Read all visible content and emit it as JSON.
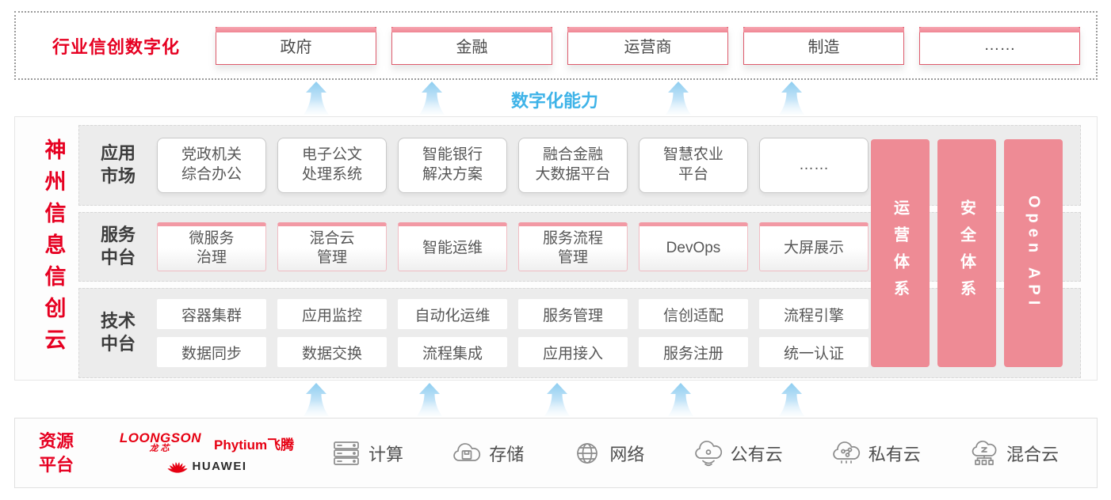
{
  "colors": {
    "brand_red": "#e60021",
    "pillar_pink": "#ee8b95",
    "capability_blue": "#3eb3e8"
  },
  "top": {
    "label": "行业信创数字化",
    "industries": [
      "政府",
      "金融",
      "运营商",
      "制造",
      "……"
    ]
  },
  "capability_label": "数字化能力",
  "main": {
    "side_label": "神州信息信创云",
    "rows": [
      {
        "label": "应用\n市场",
        "items": [
          "党政机关\n综合办公",
          "电子公文\n处理系统",
          "智能银行\n解决方案",
          "融合金融\n大数据平台",
          "智慧农业\n平台",
          "……"
        ]
      },
      {
        "label": "服务\n中台",
        "items": [
          "微服务\n治理",
          "混合云\n管理",
          "智能运维",
          "服务流程\n管理",
          "DevOps",
          "大屏展示"
        ]
      },
      {
        "label": "技术\n中台",
        "items_top": [
          "容器集群",
          "应用监控",
          "自动化运维",
          "服务管理",
          "信创适配",
          "流程引擎"
        ],
        "items_bottom": [
          "数据同步",
          "数据交换",
          "流程集成",
          "应用接入",
          "服务注册",
          "统一认证"
        ]
      }
    ],
    "pillars": [
      "运营体系",
      "安全体系",
      "Open API"
    ]
  },
  "bottom": {
    "label": "资源\n平台",
    "logos": {
      "loongson": "LOONGSON",
      "loongson_sub": "龙芯",
      "phytium": "Phytium飞腾",
      "huawei": "HUAWEI"
    },
    "resources": [
      {
        "icon": "compute-icon",
        "label": "计算"
      },
      {
        "icon": "storage-icon",
        "label": "存储"
      },
      {
        "icon": "network-icon",
        "label": "网络"
      },
      {
        "icon": "public-cloud-icon",
        "label": "公有云"
      },
      {
        "icon": "private-cloud-icon",
        "label": "私有云"
      },
      {
        "icon": "hybrid-cloud-icon",
        "label": "混合云"
      }
    ]
  }
}
